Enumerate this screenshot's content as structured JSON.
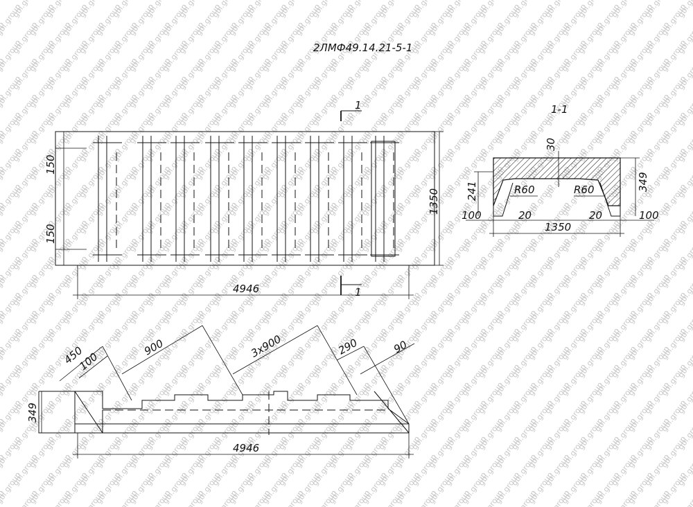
{
  "watermark": "gbi.group",
  "title": "2ЛМФ49.14.21-5-1",
  "section_label": "1-1",
  "cut_mark": "1",
  "plan": {
    "dim_150_top": "150",
    "dim_150_bottom": "150",
    "dim_1350": "1350",
    "dim_4946": "4946"
  },
  "section": {
    "dim_30": "30",
    "dim_241": "241",
    "dim_349": "349",
    "radius_left": "R60",
    "radius_right": "R60",
    "dim_100_left": "100",
    "dim_20_left": "20",
    "dim_20_right": "20",
    "dim_100_right": "100",
    "dim_1350": "1350"
  },
  "elevation": {
    "dim_450": "450",
    "dim_100": "100",
    "dim_900": "900",
    "dim_3x900": "3х900",
    "dim_290": "290",
    "dim_90": "90",
    "dim_349": "349",
    "dim_4946": "4946"
  }
}
